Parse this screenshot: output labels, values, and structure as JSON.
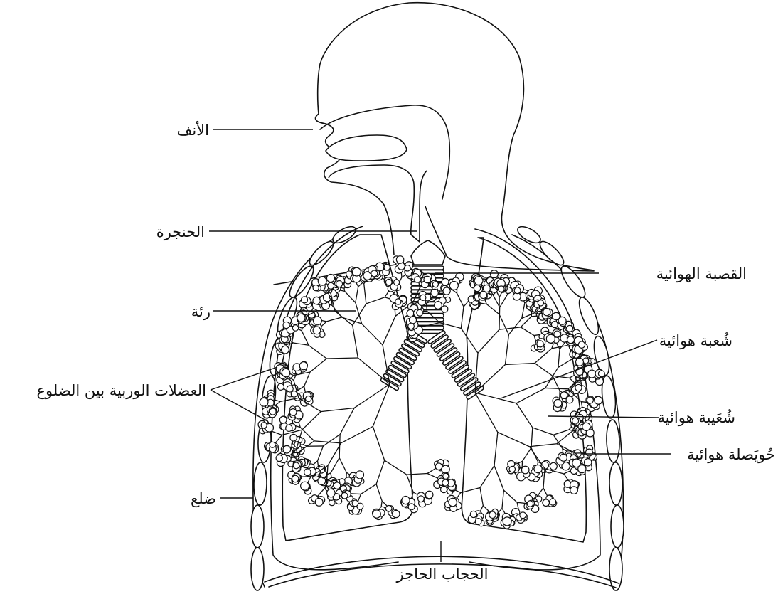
{
  "labels": {
    "nose": "الأنف",
    "larynx": "الحنجرة",
    "trachea": "القصبة الهوائية",
    "lung": "رئة",
    "bronchus": "شُعبة هوائية",
    "intercostal": "العضلات الوربية بين الضلوع",
    "bronchiole": "شُعَيبة هوائية",
    "alveolus": "حُويَصلة هوائية",
    "rib": "ضلع",
    "diaphragm": "الحجاب الحاجز"
  }
}
